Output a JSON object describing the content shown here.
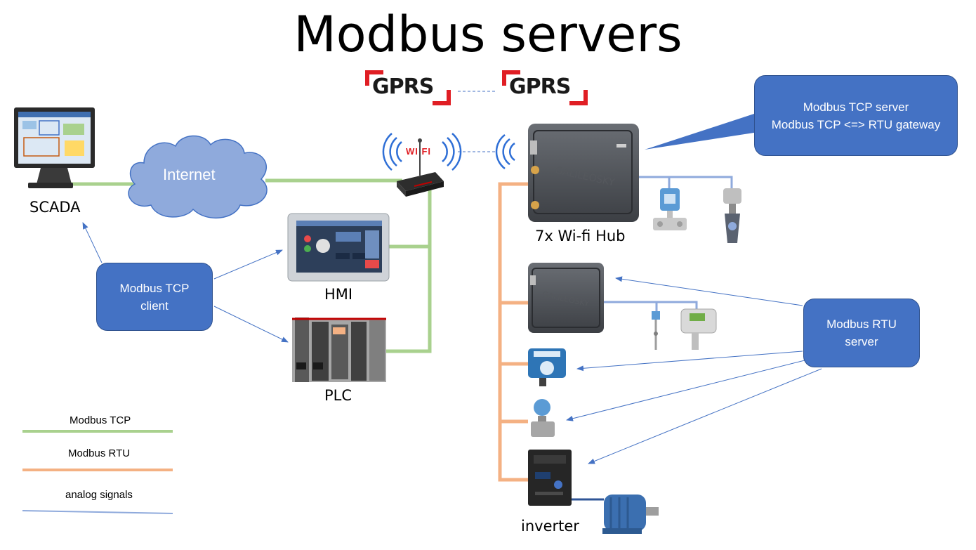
{
  "title": "Modbus servers",
  "labels": {
    "scada": "SCADA",
    "internet": "Internet",
    "hmi": "HMI",
    "plc": "PLC",
    "hub": "7x Wi-fi Hub",
    "inverter": "inverter"
  },
  "logos": {
    "gprs_left": "GPRS",
    "gprs_right": "GPRS",
    "wifi": "WI FI"
  },
  "bubbles": {
    "server": [
      "Modbus TCP server",
      "Modbus TCP <=> RTU gateway"
    ],
    "client": [
      "Modbus TCP",
      "client"
    ],
    "rtu": [
      "Modbus RTU",
      "server"
    ]
  },
  "legend": [
    {
      "label": "Modbus TCP",
      "color": "#a9d18e"
    },
    {
      "label": "Modbus RTU",
      "color": "#f4b183"
    },
    {
      "label": "analog signals",
      "color": "#8faadc"
    }
  ],
  "colors": {
    "tcp": "#a9d18e",
    "rtu": "#f4b183",
    "analog": "#8faadc",
    "bubble": "#4472c4",
    "arrow": "#4472c4",
    "gprs_red": "#e01e24"
  }
}
